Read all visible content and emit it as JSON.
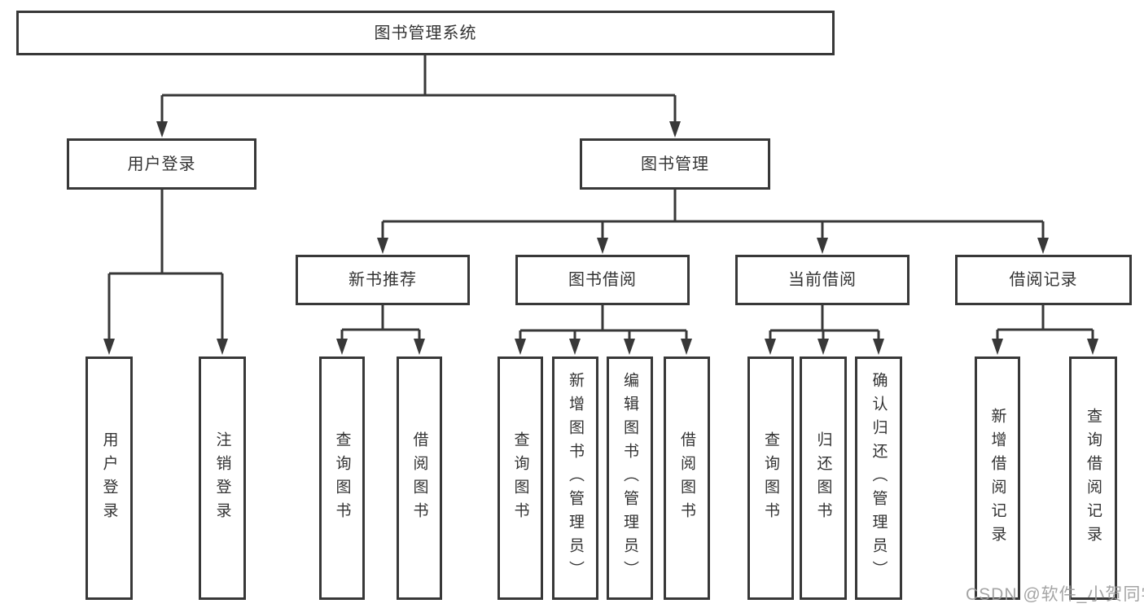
{
  "diagram": {
    "title_node": "图书管理系统",
    "root": {
      "label": "图书管理系统"
    },
    "user_login_branch": {
      "label": "用户登录",
      "children": [
        {
          "label": "用户登录"
        },
        {
          "label": "注销登录"
        }
      ]
    },
    "book_mgmt_branch": {
      "label": "图书管理",
      "groups": [
        {
          "label": "新书推荐",
          "children": [
            {
              "label": "查询图书"
            },
            {
              "label": "借阅图书"
            }
          ]
        },
        {
          "label": "图书借阅",
          "children": [
            {
              "label": "查询图书"
            },
            {
              "label": "新增图书（管理员）"
            },
            {
              "label": "编辑图书（管理员）"
            },
            {
              "label": "借阅图书"
            }
          ]
        },
        {
          "label": "当前借阅",
          "children": [
            {
              "label": "查询图书"
            },
            {
              "label": "归还图书"
            },
            {
              "label": "确认归还（管理员）"
            }
          ]
        },
        {
          "label": "借阅记录",
          "children": [
            {
              "label": "新增借阅记录"
            },
            {
              "label": "查询借阅记录"
            }
          ]
        }
      ]
    }
  },
  "watermark": {
    "text": "CSDN @软件_小贺同学"
  },
  "colors": {
    "line": "#383838",
    "box_border": "#383838",
    "box_bg": "#ffffff",
    "text": "#333333",
    "watermark": "#9b9b9b",
    "background": "#ffffff"
  }
}
